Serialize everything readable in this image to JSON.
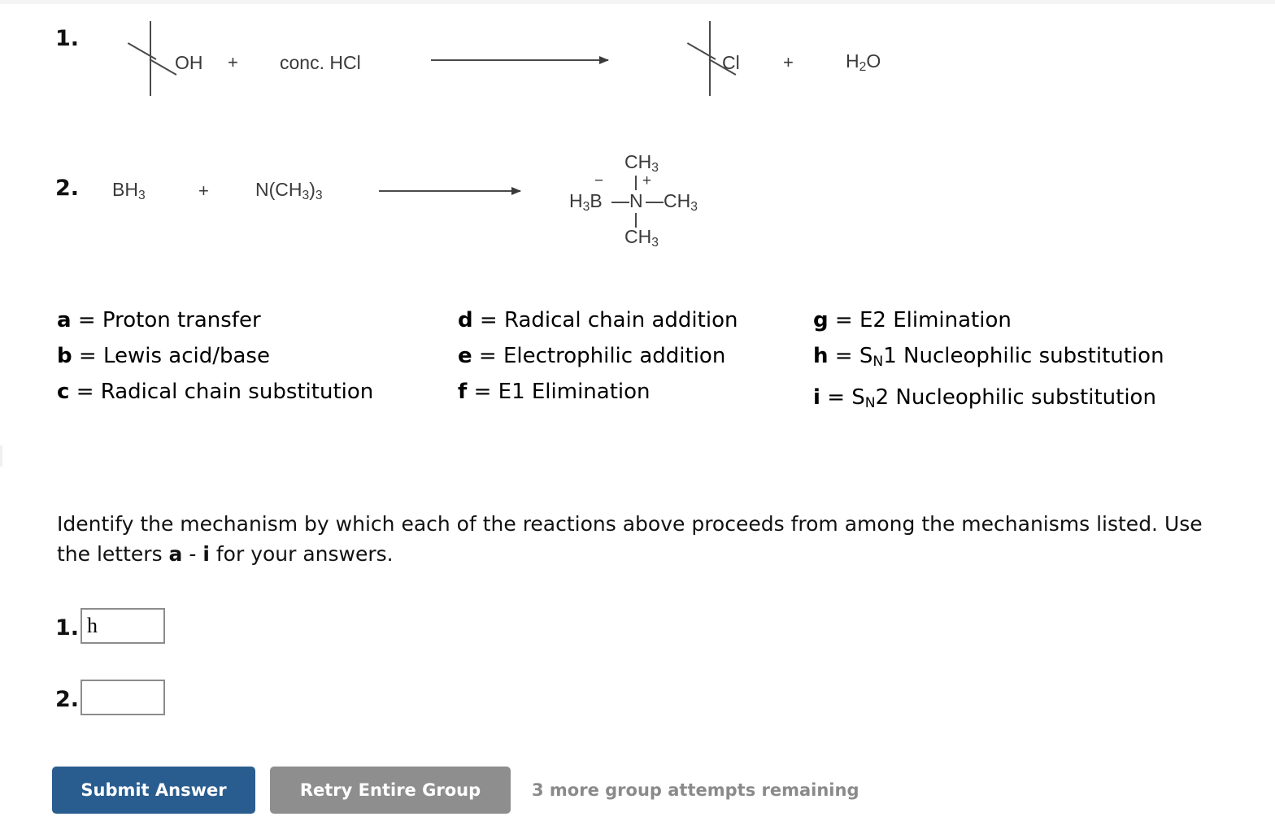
{
  "reactions": [
    {
      "number": "1.",
      "reactant_structure": "tert-butyl-alcohol-skeletal",
      "reactant_label": "OH",
      "plus_1": "+",
      "reagent": "conc. HCl",
      "arrow": "reaction-arrow",
      "product_structure": "tert-butyl-chloride-skeletal",
      "product_label": "Cl",
      "plus_2": "+",
      "byproduct": "H2O",
      "byproduct_parts": {
        "h": "H",
        "two": "2",
        "o": "O"
      }
    },
    {
      "number": "2.",
      "reactant_1": "BH3",
      "reactant_1_parts": {
        "bh": "BH",
        "three": "3"
      },
      "plus_1": "+",
      "reactant_2": "N(CH3)3",
      "reactant_2_parts": {
        "ncH": "N(CH",
        "three_a": "3",
        "close": ")",
        "three_b": "3"
      },
      "arrow": "reaction-arrow",
      "product": {
        "top_group": "CH3",
        "top_group_parts": {
          "ch": "CH",
          "three": "3"
        },
        "left_group": "H3B",
        "left_group_parts": {
          "h": "H",
          "three": "3",
          "b": "B"
        },
        "center_atom": "N",
        "right_group": "CH3",
        "right_group_parts": {
          "ch": "CH",
          "three": "3"
        },
        "bottom_group": "CH3",
        "bottom_group_parts": {
          "ch": "CH",
          "three": "3"
        },
        "boron_charge": "−",
        "nitrogen_charge": "+"
      }
    }
  ],
  "legend": {
    "column_1": [
      {
        "key": "a",
        "eq": "=",
        "text": "Proton transfer"
      },
      {
        "key": "b",
        "eq": "=",
        "text": "Lewis acid/base"
      },
      {
        "key": "c",
        "eq": "=",
        "text": "Radical chain substitution"
      }
    ],
    "column_2": [
      {
        "key": "d",
        "eq": "=",
        "text": "Radical chain addition"
      },
      {
        "key": "e",
        "eq": "=",
        "text": "Electrophilic addition"
      },
      {
        "key": "f",
        "eq": "=",
        "text": "E1 Elimination"
      }
    ],
    "column_3": [
      {
        "key": "g",
        "eq": "=",
        "text": "E2 Elimination",
        "prefix": "",
        "sub": "",
        "suffix": ""
      },
      {
        "key": "h",
        "eq": "=",
        "text": "",
        "prefix": "S",
        "sub": "N",
        "suffix": "1 Nucleophilic substitution"
      },
      {
        "key": "i",
        "eq": "=",
        "text": "",
        "prefix": "S",
        "sub": "N",
        "suffix": "2 Nucleophilic substitution"
      }
    ]
  },
  "instructions": {
    "part_1": "Identify the mechanism by which each of the reactions above proceeds from among the mechanisms listed. Use the letters ",
    "letter_a": "a",
    "dash": " - ",
    "letter_i": "i",
    "part_2": " for your answers."
  },
  "answers": [
    {
      "label": "1.",
      "value": "h",
      "placeholder": ""
    },
    {
      "label": "2.",
      "value": "",
      "placeholder": ""
    }
  ],
  "footer": {
    "submit_label": "Submit Answer",
    "retry_label": "Retry Entire Group",
    "attempts_text": "3 more group attempts remaining"
  },
  "colors": {
    "submit_blue": "#2a5d8f",
    "retry_gray": "#8e8e8e",
    "attempts_text_gray": "#8a8a8a",
    "structure_line": "#4a4a4a",
    "input_border": "#8c8c8c"
  }
}
